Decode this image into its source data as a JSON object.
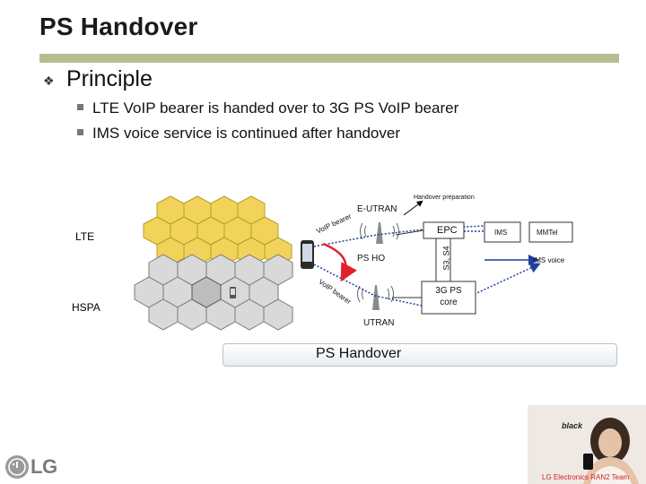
{
  "slide": {
    "title": "PS Handover",
    "heading": "Principle",
    "bullets": [
      "LTE VoIP bearer is handed over to 3G PS VoIP bearer",
      "IMS voice service is continued after handover"
    ]
  },
  "diagram": {
    "handover_preparation": "Handover preparation",
    "e_utran": "E-UTRAN",
    "lte": "LTE",
    "hspa": "HSPA",
    "utran": "UTRAN",
    "epc": "EPC",
    "s3_s4": "S3, S4",
    "ps_ho": "PS HO",
    "core_3g_line1": "3G PS",
    "core_3g_line2": "core",
    "ims": "IMS",
    "mmtel": "MMTel",
    "ims_voice": "IMS voice",
    "voip_bearer_top": "VoIP bearer",
    "voip_bearer_bottom": "VoIP bearer",
    "ps_handover": "PS Handover",
    "colors": {
      "lte_hex": "#f2d35a",
      "hspa_hex": "#d9d9d9",
      "red_arrow": "#e0202a",
      "blue_arrow": "#1f3f9f",
      "accent_rule": "#b7bd8f"
    }
  },
  "branding": {
    "logo_text": "LG",
    "ad_tagline": "black",
    "footer": "LG Electronics RAN2 Team"
  }
}
